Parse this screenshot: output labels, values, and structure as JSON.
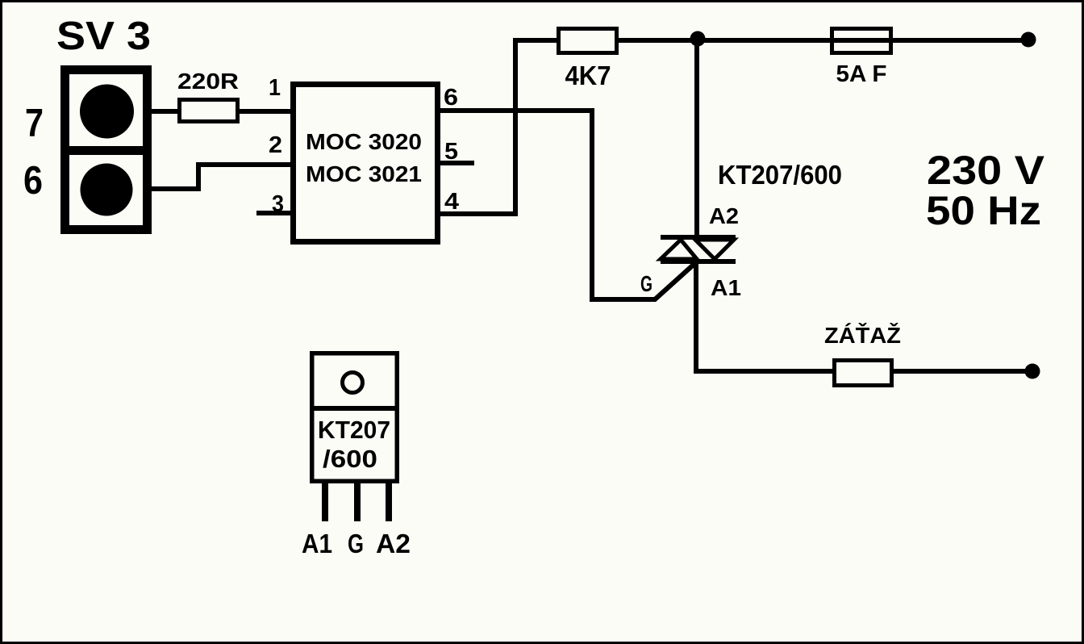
{
  "diagram": {
    "type": "circuit-schematic",
    "description": "Triac mains switch driven by MOC3020/MOC3021 optocoupler",
    "colors": {
      "ink": "#000000",
      "background": "#FBFCF6"
    },
    "connector": {
      "title": "SV 3",
      "pin_top": "7",
      "pin_bottom": "6"
    },
    "series_resistor": {
      "label": "220R"
    },
    "optocoupler": {
      "line1": "MOC 3020",
      "line2": "MOC 3021",
      "pins_left": [
        "1",
        "2",
        "3"
      ],
      "pins_right": [
        "6",
        "5",
        "4"
      ]
    },
    "gate_resistor": {
      "label": "4K7"
    },
    "fuse": {
      "label": "5A F"
    },
    "mains": {
      "voltage": "230 V",
      "frequency": "50 Hz"
    },
    "triac": {
      "part": "KT207/600",
      "terminal_a2": "A2",
      "terminal_gate": "G",
      "terminal_a1": "A1"
    },
    "load": {
      "label": "ZÁŤAŽ"
    },
    "package": {
      "marking_line1": "KT207",
      "marking_line2": "/600",
      "leg_labels": [
        "A1",
        "G",
        "A2"
      ]
    }
  }
}
